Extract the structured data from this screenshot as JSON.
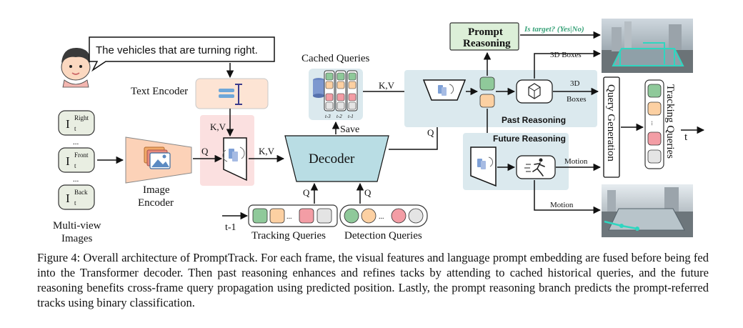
{
  "figure": {
    "speech_text": "The vehicles that are turning right.",
    "text_encoder_label": "Text Encoder",
    "views": [
      {
        "base": "I",
        "sup": "Right",
        "sub": "t"
      },
      {
        "base": "I",
        "sup": "Front",
        "sub": "t"
      },
      {
        "base": "I",
        "sup": "Back",
        "sub": "t"
      }
    ],
    "ellipsis": "...",
    "multiview_label_1": "Multi-view",
    "multiview_label_2": "Images",
    "image_encoder_label_1": "Image",
    "image_encoder_label_2": "Encoder",
    "kv": "K,V",
    "q": "Q",
    "decoder_label": "Decoder",
    "cached_queries_label": "Cached Queries",
    "cached_subs": [
      "t-3",
      "t-2",
      "t-1"
    ],
    "save_label": "Save",
    "tracking_queries_label": "Tracking Queries",
    "detection_queries_label": "Detection Queries",
    "t_minus_1": "t-1",
    "prompt_reasoning_1": "Prompt",
    "prompt_reasoning_2": "Reasoning",
    "is_target": "Is target? (Yes|No)",
    "boxes_3d": "3D Boxes",
    "boxes_3d_a": "3D",
    "boxes_3d_b": "Boxes",
    "past_reasoning": "Past Reasoning",
    "future_reasoning": "Future Reasoning",
    "motion": "Motion",
    "query_generation": "Query Generation",
    "tracking_queries_vertical": "Tracking Queries",
    "t_label": "t"
  },
  "colors": {
    "green": "#8fc99a",
    "orange": "#fcd0a2",
    "red": "#f39da5",
    "gray": "#e4e4e4",
    "past_bg": "#dbe9ee",
    "pink_bg": "#fbe0e0",
    "text_encoder": "#fde4d4",
    "decoder": "#b9dde4",
    "prompt_box": "#dcefd8",
    "is_target": "#3aa37a"
  },
  "caption": {
    "text": "Figure 4: Overall architecture of PromptTrack. For each frame, the visual features and language prompt embedding are fused before being fed into the Transformer decoder. Then past reasoning enhances and refines tacks by attending to cached historical queries, and the future reasoning benefits cross-frame query propagation using predicted position. Lastly, the prompt reasoning branch predicts the prompt-referred tracks using binary classification."
  }
}
